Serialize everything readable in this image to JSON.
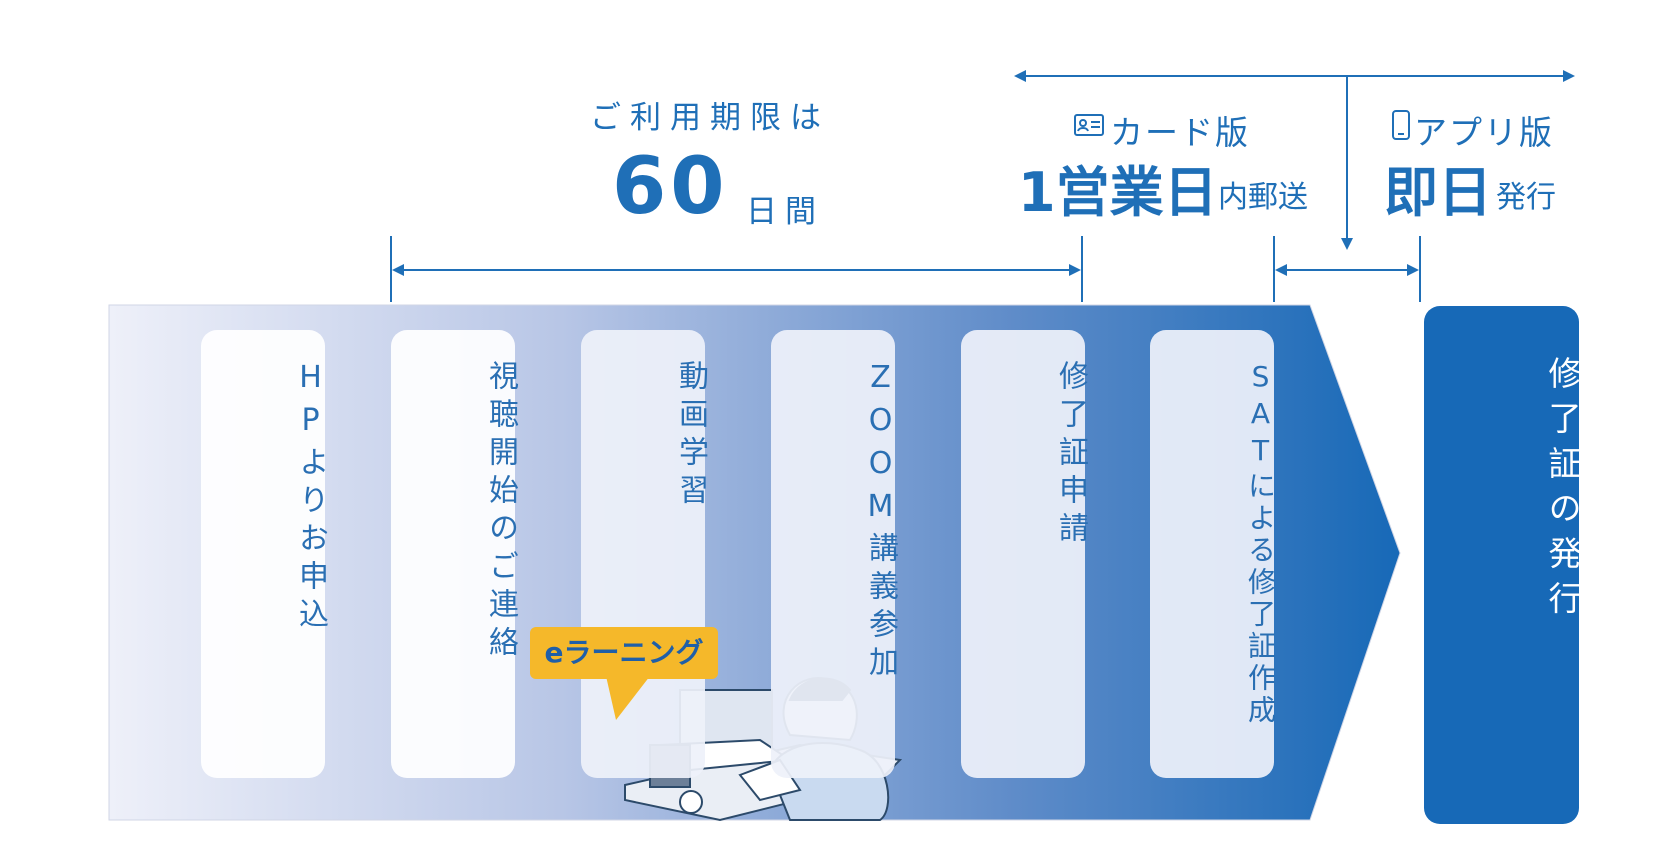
{
  "period": {
    "label": "ご利用期限は",
    "days_number": "60",
    "days_unit": "日間"
  },
  "card_version": {
    "icon": "id-card-icon",
    "label": "カード版",
    "big": "1営業日",
    "small": "内郵送"
  },
  "app_version": {
    "icon": "smartphone-icon",
    "label": "アプリ版",
    "big": "即日",
    "small": "発行"
  },
  "steps": [
    {
      "label": "HPよりお申込"
    },
    {
      "label": "視聴開始のご連絡"
    },
    {
      "label": "動画学習"
    },
    {
      "label": "ZOOM講義参加"
    },
    {
      "label": "修了証申請"
    },
    {
      "label": "SATによる修了証作成"
    }
  ],
  "final_step": {
    "label": "修了証の発行"
  },
  "elearning_badge": "eラーニング",
  "colors": {
    "accent": "#1469b3",
    "final_card": "#1769b7",
    "badge": "#f5b82a",
    "gradient_start": "#eef0f9",
    "gradient_end": "#1769b7"
  }
}
